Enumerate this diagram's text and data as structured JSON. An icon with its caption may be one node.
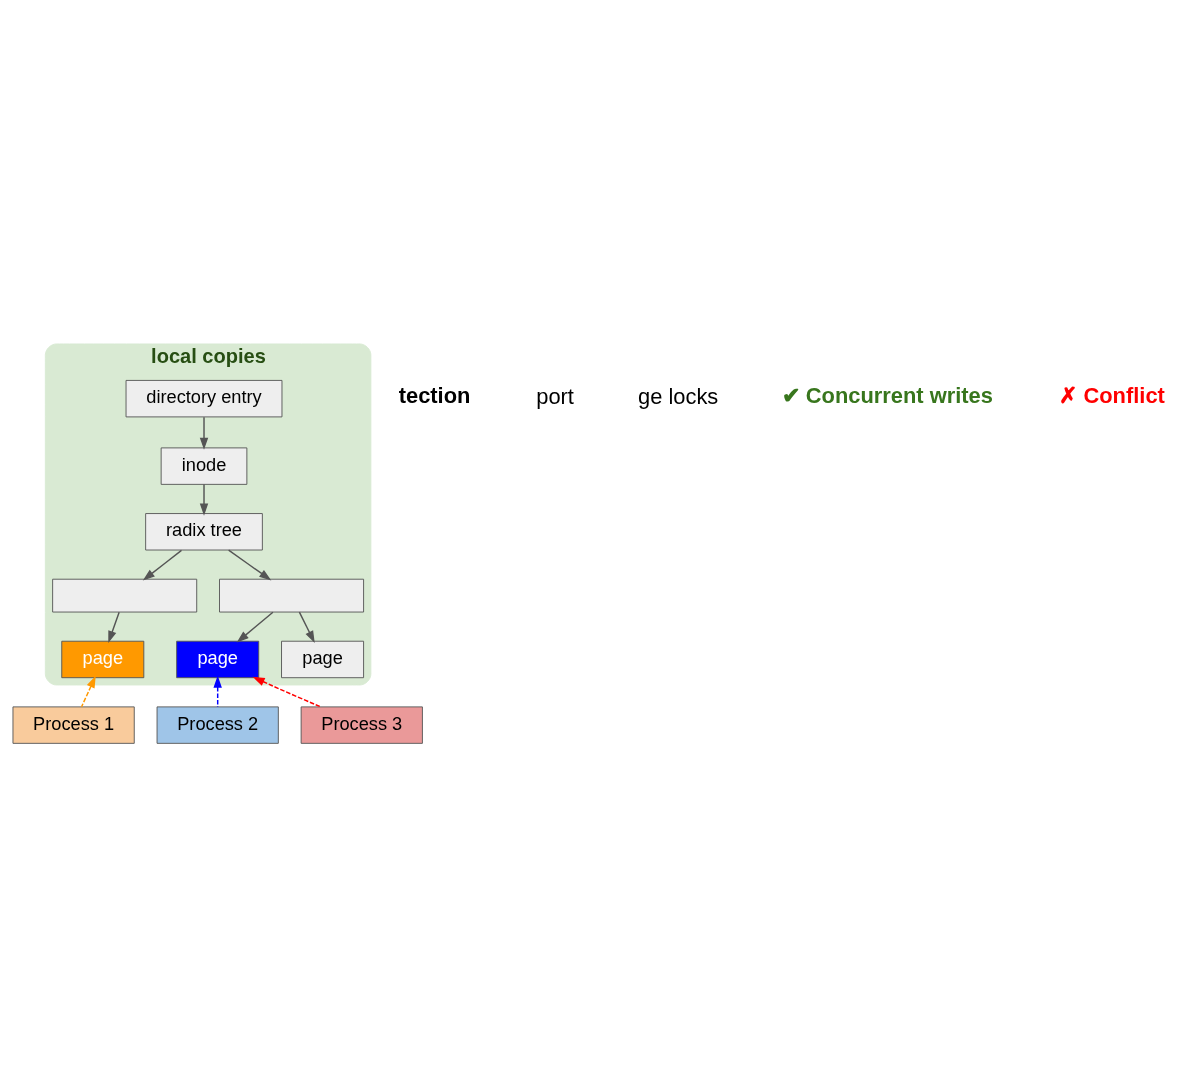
{
  "diagram": {
    "nodes": [
      {
        "text": [
          "local copies"
        ]
      },
      {
        "text": [
          "directory entry"
        ],
        "in": 0
      },
      {
        "text": [
          "inode"
        ],
        "in": 0
      },
      {
        "text": [
          "radix tree"
        ],
        "in": 0
      },
      {
        "text": [],
        "shape": "box",
        "in": 0
      },
      {
        "text": [],
        "shape": "box",
        "in": 0
      },
      {
        "text": [
          "page"
        ],
        "in": 0
      },
      {
        "text": [
          "page"
        ],
        "in": 0
      },
      {
        "text": [
          "page"
        ],
        "in": 0
      },
      {
        "text": [
          "Process 1"
        ]
      },
      {
        "text": [
          "Process 2"
        ]
      },
      {
        "text": [
          "Process 3"
        ]
      }
    ],
    "edges": [
      {
        "from": 1,
        "to": 2,
        "arrow": "to"
      },
      {
        "from": 2,
        "to": 3,
        "arrow": "to"
      },
      {
        "from": 3,
        "to": 4,
        "arrow": "to"
      },
      {
        "from": 3,
        "to": 5,
        "arrow": "to"
      },
      {
        "from": 4,
        "to": 6,
        "arrow": "to"
      },
      {
        "from": 5,
        "to": 7,
        "arrow": "to"
      },
      {
        "from": 5,
        "to": 8,
        "arrow": "to"
      },
      {
        "from": 9,
        "to": 6,
        "arrow": "to",
        "style": "dashed",
        "color": "#ff9900"
      },
      {
        "from": 10,
        "to": 7,
        "arrow": "to",
        "style": "dashed",
        "color": "#0000ff"
      },
      {
        "from": 11,
        "to": 7,
        "arrow": "to",
        "style": "dashed",
        "color": "#ff0000"
      }
    ],
    "labels": [
      "tection",
      "port",
      "ge locks",
      "✔ Concurrent writes",
      "✗ Conflict"
    ]
  }
}
